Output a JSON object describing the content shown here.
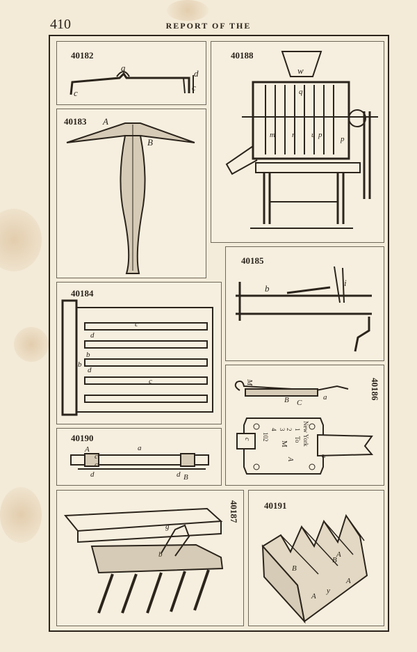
{
  "page": {
    "number": "410",
    "running_head": "REPORT OF THE"
  },
  "figures": [
    {
      "id": "40182",
      "letters": [
        "a",
        "d",
        "c",
        "c"
      ]
    },
    {
      "id": "40188",
      "letters": [
        "w",
        "q",
        "m",
        "n",
        "u",
        "p",
        "p"
      ]
    },
    {
      "id": "40183",
      "letters": [
        "A",
        "B"
      ]
    },
    {
      "id": "40185",
      "letters": [
        "b",
        "i"
      ]
    },
    {
      "id": "40184",
      "letters": [
        "c",
        "d",
        "b",
        "c",
        "b",
        "d"
      ]
    },
    {
      "id": "40186",
      "letters": [
        "M",
        "B",
        "C",
        "a"
      ],
      "card_text": [
        "New York",
        "1",
        "To",
        "2",
        "3",
        "M",
        "4",
        "102",
        "A",
        "a",
        "c"
      ]
    },
    {
      "id": "40190",
      "letters": [
        "A",
        "c",
        "a",
        "c",
        "d",
        "d",
        "B"
      ]
    },
    {
      "id": "40187",
      "letters": [
        "g",
        "b"
      ]
    },
    {
      "id": "40191",
      "letters": [
        "B",
        "B",
        "A",
        "A",
        "y",
        "A"
      ]
    }
  ],
  "colors": {
    "paper": "#f3ead7",
    "ink": "#2b241c",
    "stain": "#c49660"
  }
}
